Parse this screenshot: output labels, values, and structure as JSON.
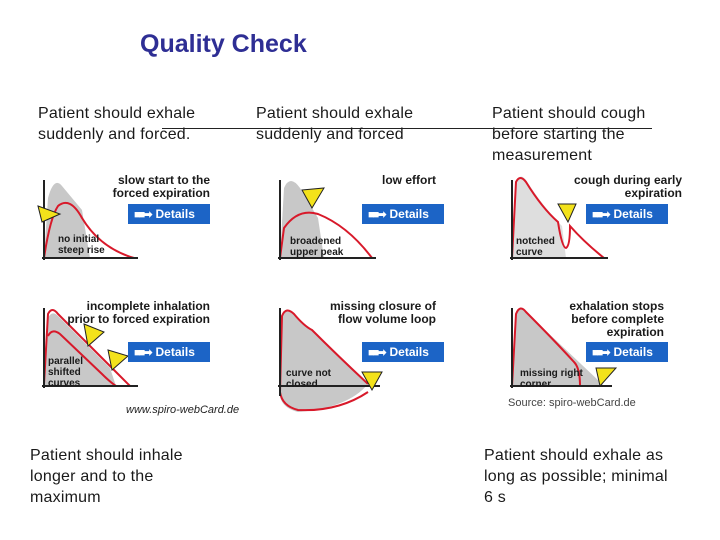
{
  "title": "Quality Check",
  "notes": {
    "n1": "Patient should exhale suddenly and forced.",
    "n2": "Patient should exhale suddenly and forced",
    "n3": "Patient should cough before starting the measurement",
    "n4": "Patient should inhale longer and to the maximum",
    "n5": "Patient should exhale as long as possible; minimal 6 s"
  },
  "button_label": "Details",
  "panels": {
    "p1": {
      "caption": "slow start to the forced expiration",
      "inner": "no initial steep rise"
    },
    "p2": {
      "caption": "low effort",
      "inner": "broadened upper peak"
    },
    "p3": {
      "caption": "cough during early expiration",
      "inner": "notched curve"
    },
    "p4": {
      "caption": "incomplete inhalation prior to forced expiration",
      "inner": "parallel shifted curves"
    },
    "p5": {
      "caption": "missing closure of flow volume loop",
      "inner": "curve not closed"
    },
    "p6": {
      "caption": "exhalation stops before complete expiration",
      "inner": "missing right corner"
    }
  },
  "credit": "www.spiro-webCard.de",
  "source": "Source: spiro-webCard.de",
  "colors": {
    "title": "#2e2e94",
    "button": "#1c64c6",
    "curve": "#d8192a",
    "shade": "#c8c8c8",
    "marker": "#f3e21b"
  }
}
